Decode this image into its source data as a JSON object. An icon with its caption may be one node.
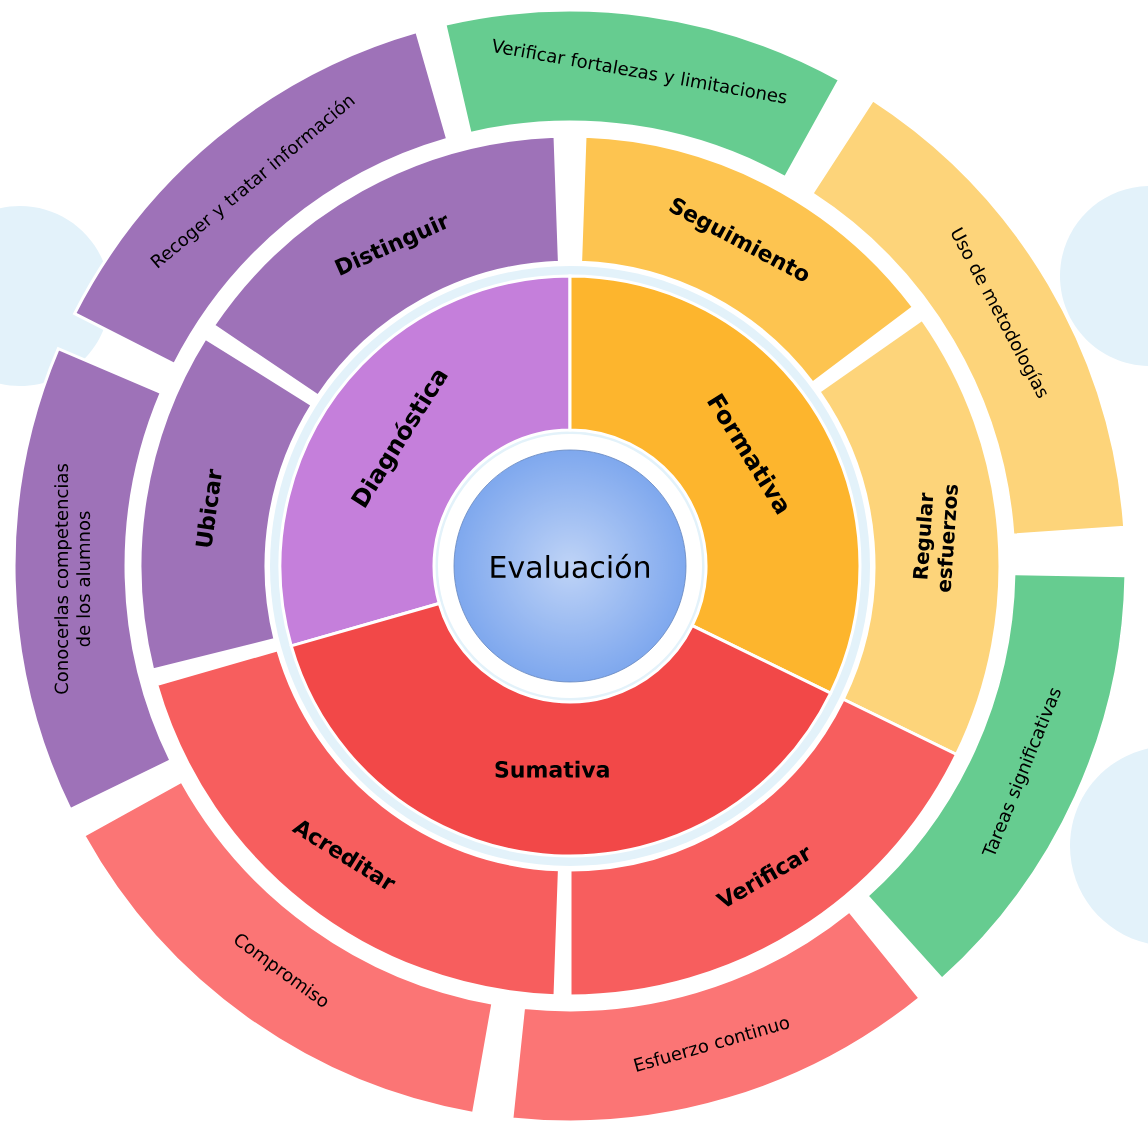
{
  "diagram": {
    "nodes": [
      {
        "text": [
          "Evaluación"
        ]
      },
      {
        "text": [
          "Diagnóstica"
        ]
      },
      {
        "text": [
          "Formativa"
        ]
      },
      {
        "text": [
          "Sumativa"
        ]
      },
      {
        "text": [
          "Distinguir"
        ]
      },
      {
        "text": [
          "Ubicar"
        ]
      },
      {
        "text": [
          "Seguimiento"
        ]
      },
      {
        "text": [
          "Regular esfuerzos"
        ]
      },
      {
        "text": [
          "Acreditar"
        ]
      },
      {
        "text": [
          "Verificar"
        ]
      },
      {
        "text": [
          "Recoger y tratar información"
        ]
      },
      {
        "text": [
          "Conocerlas competencias de los alumnos"
        ]
      },
      {
        "text": [
          "Verificar fortalezas y limitaciones"
        ]
      },
      {
        "text": [
          "Uso de metodologías"
        ]
      },
      {
        "text": [
          "Tareas significativas"
        ]
      },
      {
        "text": [
          "Compromiso"
        ]
      },
      {
        "text": [
          "Esfuerzo continuo"
        ]
      }
    ]
  }
}
